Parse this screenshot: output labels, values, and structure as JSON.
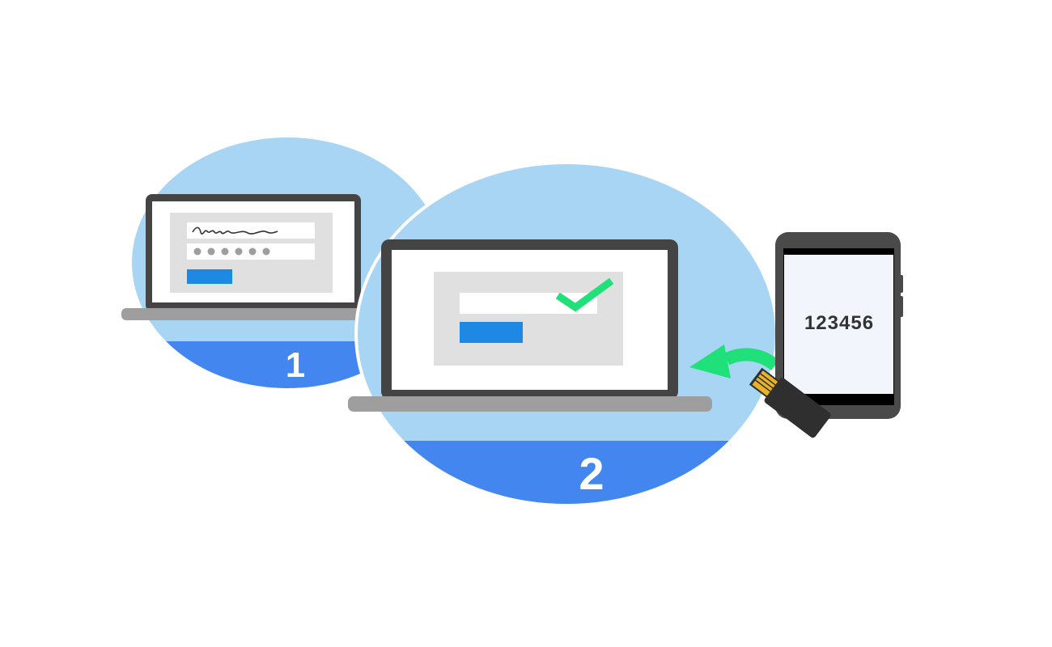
{
  "steps": [
    {
      "number": "1"
    },
    {
      "number": "2"
    }
  ],
  "phone": {
    "code": "123456"
  },
  "colors": {
    "circle_light": "#A7D5F3",
    "band_blue": "#4386F0",
    "laptop_frame": "#444444",
    "laptop_base": "#9E9E9E",
    "screen_white": "#FFFFFF",
    "form_panel": "#E0E0E0",
    "button_blue": "#1E88E5",
    "check_green": "#20E07A",
    "arrow_green": "#20E07A",
    "phone_body": "#4A4A4A",
    "phone_screen": "#F2F6FC",
    "usb_key_body": "#333333",
    "usb_contacts": "#E8B32A"
  },
  "icons": {
    "step1_laptop": "laptop-login-icon",
    "step2_laptop": "laptop-verified-icon",
    "checkmark": "checkmark-icon",
    "arrow": "curved-arrow-icon",
    "phone": "smartphone-icon",
    "security_key": "usb-security-key-icon"
  }
}
